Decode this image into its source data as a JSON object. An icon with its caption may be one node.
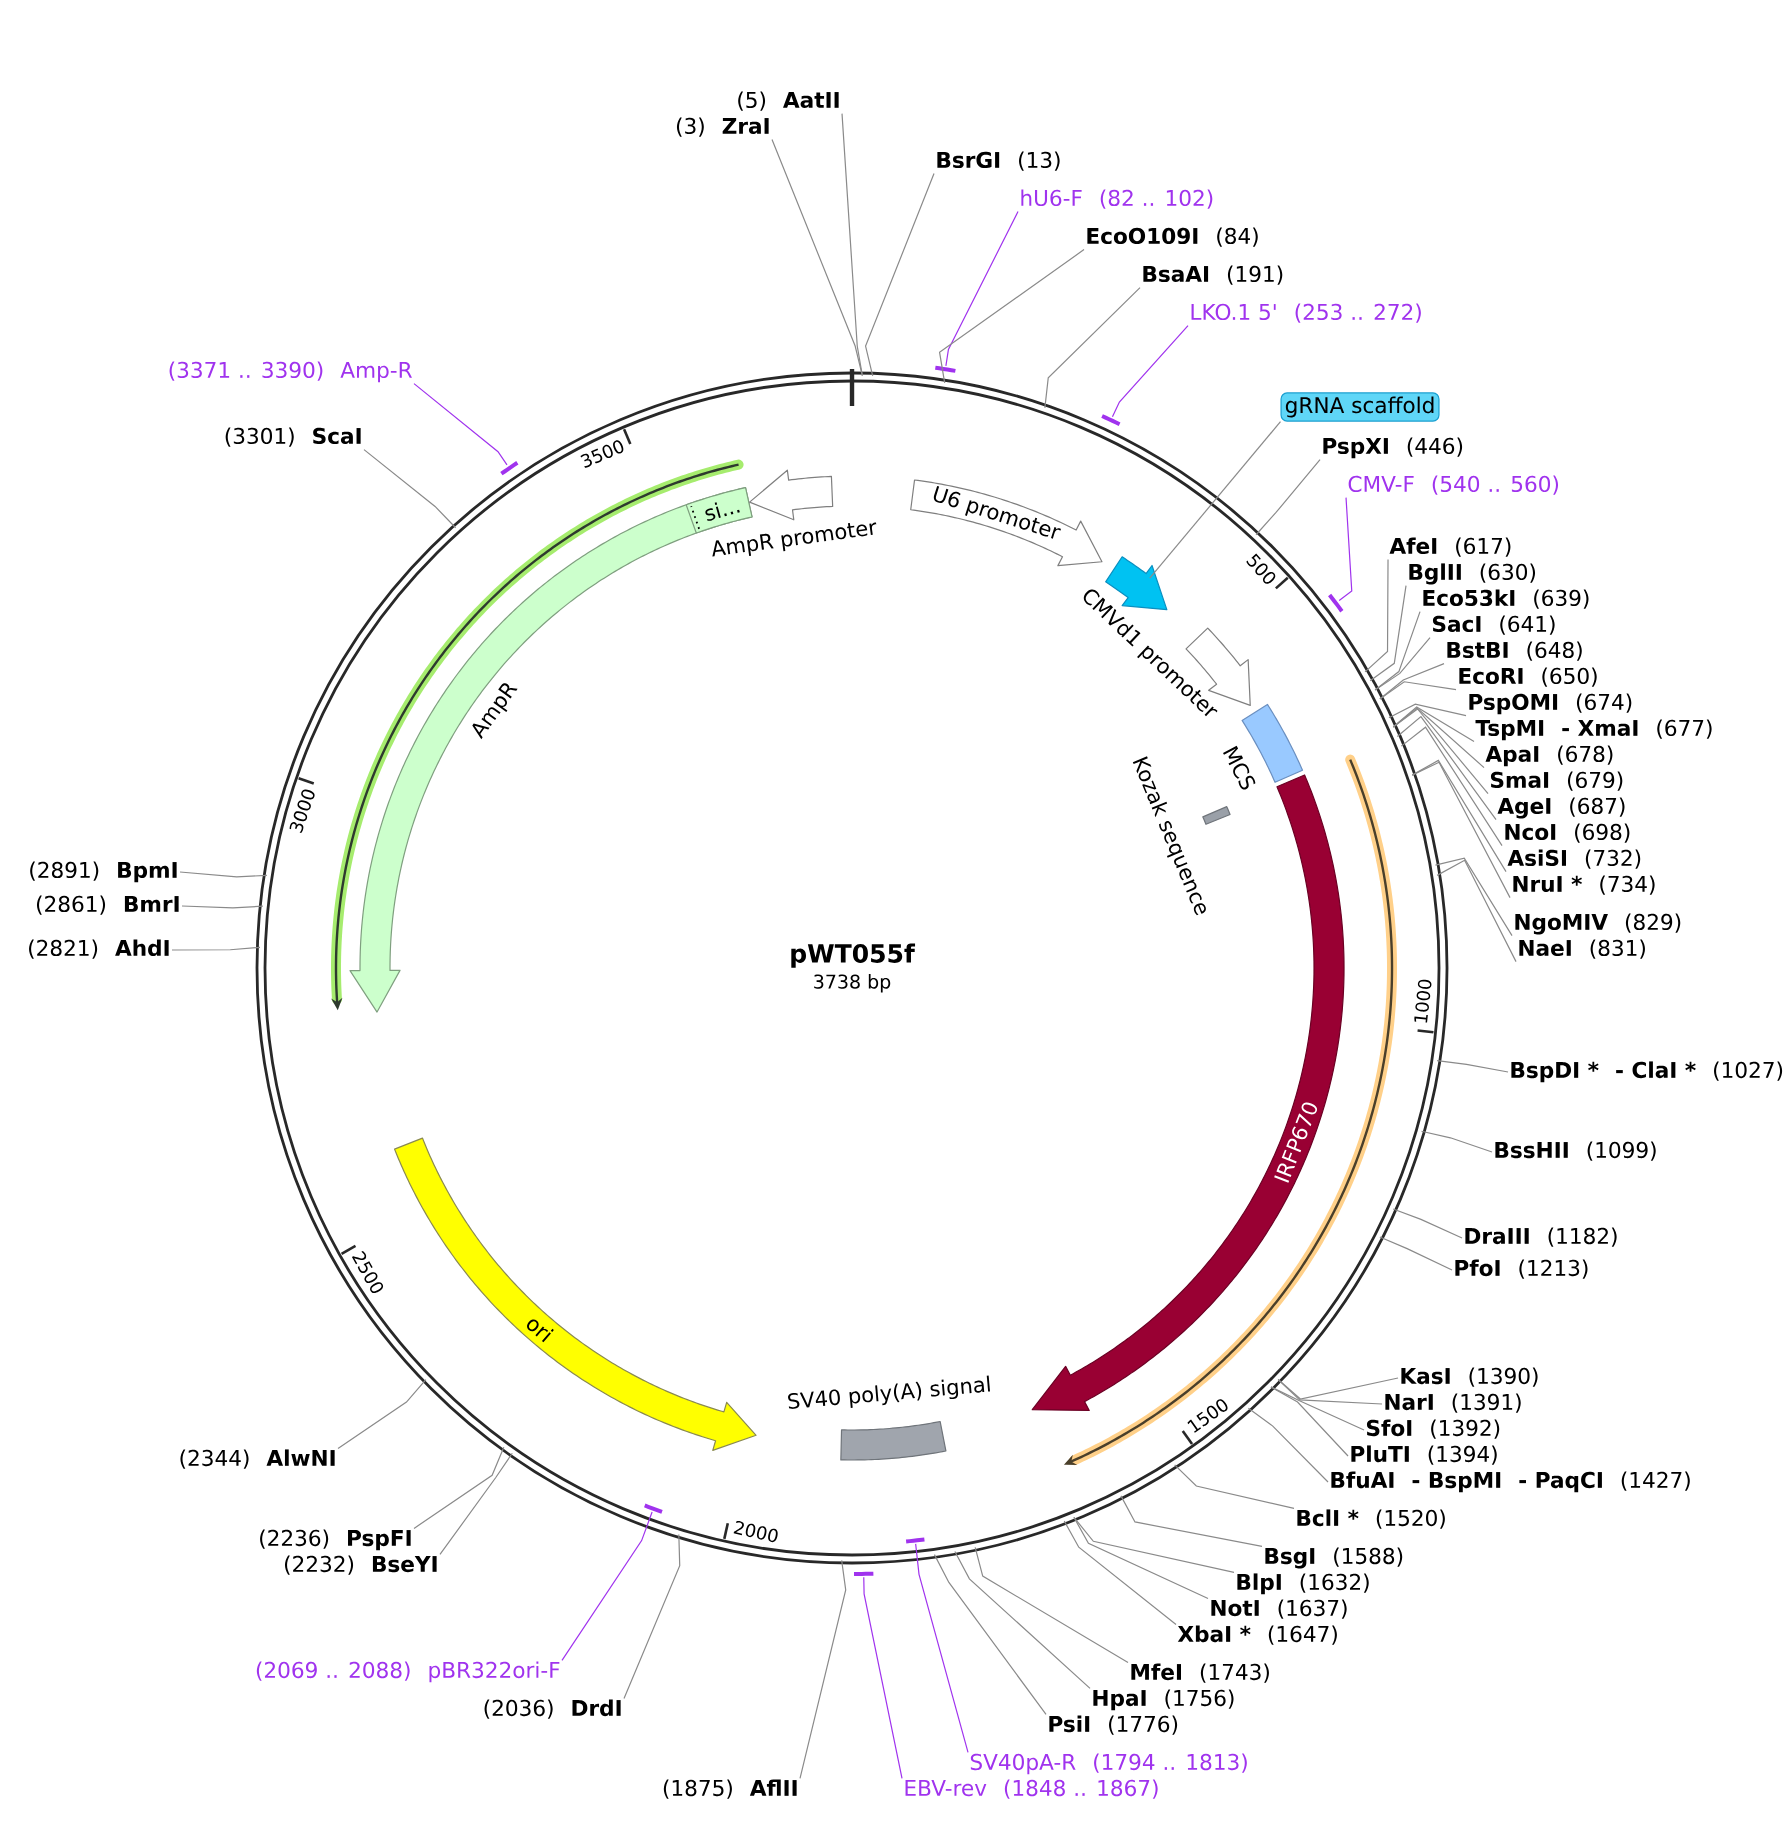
{
  "diagram": {
    "nodes": [
      {
        "text": [
          "pWT055f",
          "3738 bp"
        ]
      },
      {
        "text": [
          "U6 promoter"
        ],
        "in": 0
      },
      {
        "text": [],
        "shape": "arrow",
        "in": 0
      },
      {
        "text": [
          "CMVd1 promoter"
        ],
        "in": 0
      },
      {
        "text": [
          "MCS"
        ],
        "in": 0
      },
      {
        "text": [
          "Kozak sequence"
        ],
        "in": 0
      },
      {
        "text": [
          "IRFP670"
        ],
        "in": 0
      },
      {
        "text": [
          "SV40 poly(A) signal"
        ],
        "in": 0
      },
      {
        "text": [
          "ori"
        ],
        "in": 0
      },
      {
        "text": [
          "AmpR"
        ],
        "in": 0
      },
      {
        "text": [
          "si..."
        ],
        "in": 9
      },
      {
        "text": [
          "AmpR promoter"
        ],
        "in": 0
      },
      {
        "text": [],
        "shape": "bar"
      },
      {
        "text": [],
        "shape": "bar"
      },
      {
        "text": [],
        "shape": "bar"
      },
      {
        "text": [],
        "shape": "bar",
        "in": 0
      },
      {
        "text": [],
        "shape": "bar"
      },
      {
        "text": [],
        "shape": "bar",
        "in": 0
      },
      {
        "text": [],
        "shape": "bar"
      },
      {
        "text": [
          "(5)",
          "AatII"
        ]
      },
      {
        "text": [
          "(3)",
          "ZraI"
        ]
      },
      {
        "text": [
          "BsrGI",
          "(13)"
        ]
      },
      {
        "text": [
          "hU6-F",
          "(82 .. 102)"
        ]
      },
      {
        "text": [
          "EcoO109I",
          "(84)"
        ]
      },
      {
        "text": [
          "BsaAI",
          "(191)"
        ]
      },
      {
        "text": [
          "LKO.1 5'",
          "(253 .. 272)"
        ]
      },
      {
        "text": [
          "gRNA scaffold"
        ]
      },
      {
        "text": [
          "PspXI",
          "(446)"
        ]
      },
      {
        "text": [
          "CMV-F",
          "(540 .. 560)"
        ]
      },
      {
        "text": [
          "AfeI",
          "(617)"
        ]
      },
      {
        "text": [
          "BglII",
          "(630)"
        ]
      },
      {
        "text": [
          "Eco53kI",
          "(639)"
        ]
      },
      {
        "text": [
          "SacI",
          "(641)"
        ]
      },
      {
        "text": [
          "BstBI",
          "(648)"
        ]
      },
      {
        "text": [
          "EcoRI",
          "(650)"
        ]
      },
      {
        "text": [
          "PspOMI",
          "(674)"
        ]
      },
      {
        "text": [
          "TspMI",
          "- XmaI",
          "(677)"
        ]
      },
      {
        "text": [
          "ApaI",
          "(678)"
        ]
      },
      {
        "text": [
          "SmaI",
          "(679)"
        ]
      },
      {
        "text": [
          "AgeI",
          "(687)"
        ]
      },
      {
        "text": [
          "NcoI",
          "(698)"
        ]
      },
      {
        "text": [
          "AsiSI",
          "(732)"
        ]
      },
      {
        "text": [
          "NruI *",
          "(734)"
        ]
      },
      {
        "text": [
          "NgoMIV",
          "(829)"
        ]
      },
      {
        "text": [
          "NaeI",
          "(831)"
        ]
      },
      {
        "text": [
          "BspDI *",
          "- ClaI *",
          "(1027)"
        ]
      },
      {
        "text": [
          "BssHII",
          "(1099)"
        ]
      },
      {
        "text": [
          "DraIII",
          "(1182)"
        ]
      },
      {
        "text": [
          "PfoI",
          "(1213)"
        ]
      },
      {
        "text": [
          "KasI",
          "(1390)"
        ]
      },
      {
        "text": [
          "NarI",
          "(1391)"
        ]
      },
      {
        "text": [
          "SfoI",
          "(1392)"
        ]
      },
      {
        "text": [
          "PluTI",
          "(1394)"
        ]
      },
      {
        "text": [
          "BfuAI",
          "- BspMI",
          "- PaqCI",
          "(1427)"
        ]
      },
      {
        "text": [
          "BclI *",
          "(1520)"
        ]
      },
      {
        "text": [
          "BsgI",
          "(1588)"
        ]
      },
      {
        "text": [
          "BlpI",
          "(1632)"
        ]
      },
      {
        "text": [
          "NotI",
          "(1637)"
        ]
      },
      {
        "text": [
          "XbaI *",
          "(1647)"
        ]
      },
      {
        "text": [
          "MfeI",
          "(1743)"
        ]
      },
      {
        "text": [
          "HpaI",
          "(1756)"
        ]
      },
      {
        "text": [
          "PsiI",
          "(1776)"
        ]
      },
      {
        "text": [
          "SV40pA-R",
          "(1794 .. 1813)"
        ]
      },
      {
        "text": [
          "EBV-rev",
          "(1848 .. 1867)"
        ]
      },
      {
        "text": [
          "(1875)",
          "AflII"
        ]
      },
      {
        "text": [
          "(2036)",
          "DrdI"
        ]
      },
      {
        "text": [
          "(2069 .. 2088)",
          "pBR322ori-F"
        ]
      },
      {
        "text": [
          "(2236)",
          "PspFI"
        ]
      },
      {
        "text": [
          "(2232)",
          "BseYI"
        ]
      },
      {
        "text": [
          "(2344)",
          "AlwNI"
        ]
      },
      {
        "text": [
          "(2821)",
          "AhdI"
        ]
      },
      {
        "text": [
          "(2861)",
          "BmrI"
        ]
      },
      {
        "text": [
          "(2891)",
          "BpmI"
        ]
      },
      {
        "text": [
          "(3301)",
          "ScaI"
        ]
      },
      {
        "text": [
          "(3371 .. 3390)",
          "Amp-R"
        ]
      }
    ],
    "edges": [
      {
        "from": 19,
        "to": 0,
        "arrow": "none"
      },
      {
        "from": 20,
        "to": 0,
        "arrow": "none"
      },
      {
        "from": 21,
        "to": 0,
        "arrow": "none"
      },
      {
        "from": 22,
        "to": 12,
        "arrow": "none",
        "color": "#a033ee"
      },
      {
        "from": 23,
        "to": 0,
        "arrow": "none"
      },
      {
        "from": 24,
        "to": 0,
        "arrow": "none"
      },
      {
        "from": 25,
        "to": 13,
        "arrow": "none",
        "color": "#a033ee"
      },
      {
        "from": 26,
        "to": 2,
        "arrow": "none"
      },
      {
        "from": 27,
        "to": 0,
        "arrow": "none"
      },
      {
        "from": 28,
        "to": 14,
        "arrow": "none",
        "color": "#a033ee"
      },
      {
        "from": 29,
        "to": 0,
        "arrow": "none"
      },
      {
        "from": 30,
        "to": 0,
        "arrow": "none"
      },
      {
        "from": 31,
        "to": 0,
        "arrow": "none"
      },
      {
        "from": 32,
        "to": 0,
        "arrow": "none"
      },
      {
        "from": 33,
        "to": 0,
        "arrow": "none"
      },
      {
        "from": 34,
        "to": 0,
        "arrow": "none"
      },
      {
        "from": 35,
        "to": 0,
        "arrow": "none"
      },
      {
        "from": 36,
        "to": 0,
        "arrow": "none"
      },
      {
        "from": 37,
        "to": 0,
        "arrow": "none"
      },
      {
        "from": 38,
        "to": 0,
        "arrow": "none"
      },
      {
        "from": 39,
        "to": 0,
        "arrow": "none"
      },
      {
        "from": 40,
        "to": 0,
        "arrow": "none"
      },
      {
        "from": 41,
        "to": 0,
        "arrow": "none"
      },
      {
        "from": 42,
        "to": 0,
        "arrow": "none"
      },
      {
        "from": 43,
        "to": 0,
        "arrow": "none"
      },
      {
        "from": 44,
        "to": 0,
        "arrow": "none"
      },
      {
        "from": 45,
        "to": 0,
        "arrow": "none"
      },
      {
        "from": 46,
        "to": 0,
        "arrow": "none"
      },
      {
        "from": 47,
        "to": 0,
        "arrow": "none"
      },
      {
        "from": 48,
        "to": 0,
        "arrow": "none"
      },
      {
        "from": 49,
        "to": 0,
        "arrow": "none"
      },
      {
        "from": 50,
        "to": 0,
        "arrow": "none"
      },
      {
        "from": 51,
        "to": 0,
        "arrow": "none"
      },
      {
        "from": 52,
        "to": 0,
        "arrow": "none"
      },
      {
        "from": 53,
        "to": 0,
        "arrow": "none"
      },
      {
        "from": 54,
        "to": 0,
        "arrow": "none"
      },
      {
        "from": 55,
        "to": 0,
        "arrow": "none"
      },
      {
        "from": 56,
        "to": 0,
        "arrow": "none"
      },
      {
        "from": 57,
        "to": 0,
        "arrow": "none"
      },
      {
        "from": 58,
        "to": 0,
        "arrow": "none"
      },
      {
        "from": 59,
        "to": 0,
        "arrow": "none"
      },
      {
        "from": 60,
        "to": 0,
        "arrow": "none"
      },
      {
        "from": 61,
        "to": 0,
        "arrow": "none"
      },
      {
        "from": 62,
        "to": 15,
        "arrow": "none",
        "color": "#a033ee"
      },
      {
        "from": 63,
        "to": 16,
        "arrow": "none",
        "color": "#a033ee"
      },
      {
        "from": 64,
        "to": 0,
        "arrow": "none"
      },
      {
        "from": 65,
        "to": 0,
        "arrow": "none"
      },
      {
        "from": 66,
        "to": 17,
        "arrow": "none",
        "color": "#a033ee"
      },
      {
        "from": 67,
        "to": 0,
        "arrow": "none"
      },
      {
        "from": 68,
        "to": 0,
        "arrow": "none"
      },
      {
        "from": 69,
        "to": 0,
        "arrow": "none"
      },
      {
        "from": 70,
        "to": 0,
        "arrow": "none"
      },
      {
        "from": 71,
        "to": 0,
        "arrow": "none"
      },
      {
        "from": 72,
        "to": 0,
        "arrow": "none"
      },
      {
        "from": 73,
        "to": 0,
        "arrow": "none"
      },
      {
        "from": 74,
        "to": 18,
        "arrow": "none",
        "color": "#a033ee"
      }
    ],
    "labels": [
      "500",
      "1000",
      "1500",
      "2000",
      "2500",
      "3000",
      "3500"
    ]
  }
}
